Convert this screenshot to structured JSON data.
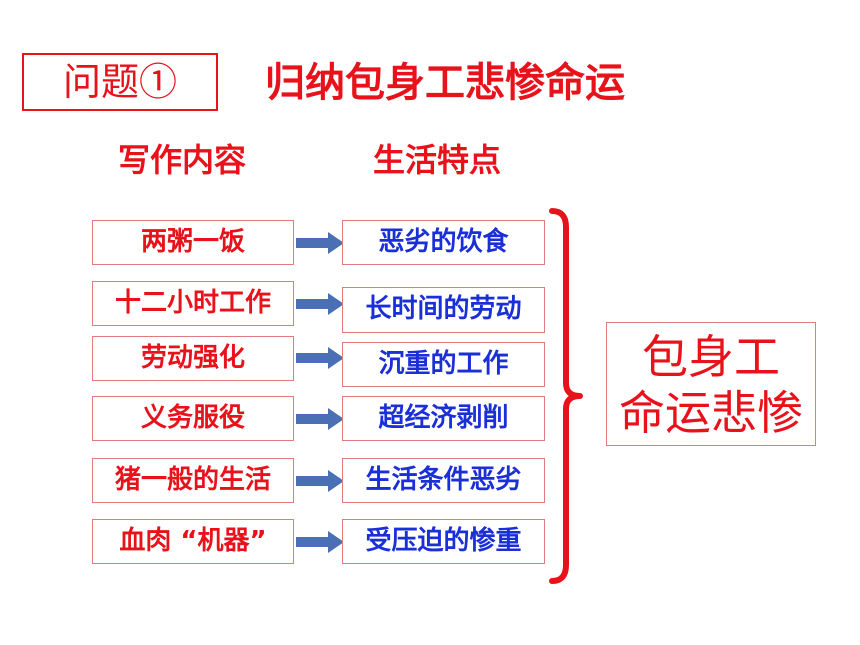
{
  "header": {
    "question_label": "问题①",
    "title": "归纳包身工悲惨命运"
  },
  "columns": {
    "left_heading": "写作内容",
    "right_heading": "生活特点"
  },
  "rows": [
    {
      "content": "两粥一饭",
      "feature": "恶劣的饮食"
    },
    {
      "content": "十二小时工作",
      "feature": "长时间的劳动"
    },
    {
      "content": "劳动强化",
      "feature": "沉重的工作"
    },
    {
      "content": "义务服役",
      "feature": "超经济剥削"
    },
    {
      "content": "猪一般的生活",
      "feature": "生活条件恶劣"
    },
    {
      "content": "血肉 “机器”",
      "feature": "受压迫的惨重"
    }
  ],
  "conclusion": {
    "line1": "包身工",
    "line2": "命运悲惨"
  },
  "colors": {
    "red": "#e8121b",
    "blue": "#1a2fd8",
    "arrow": "#4a6fb5"
  }
}
